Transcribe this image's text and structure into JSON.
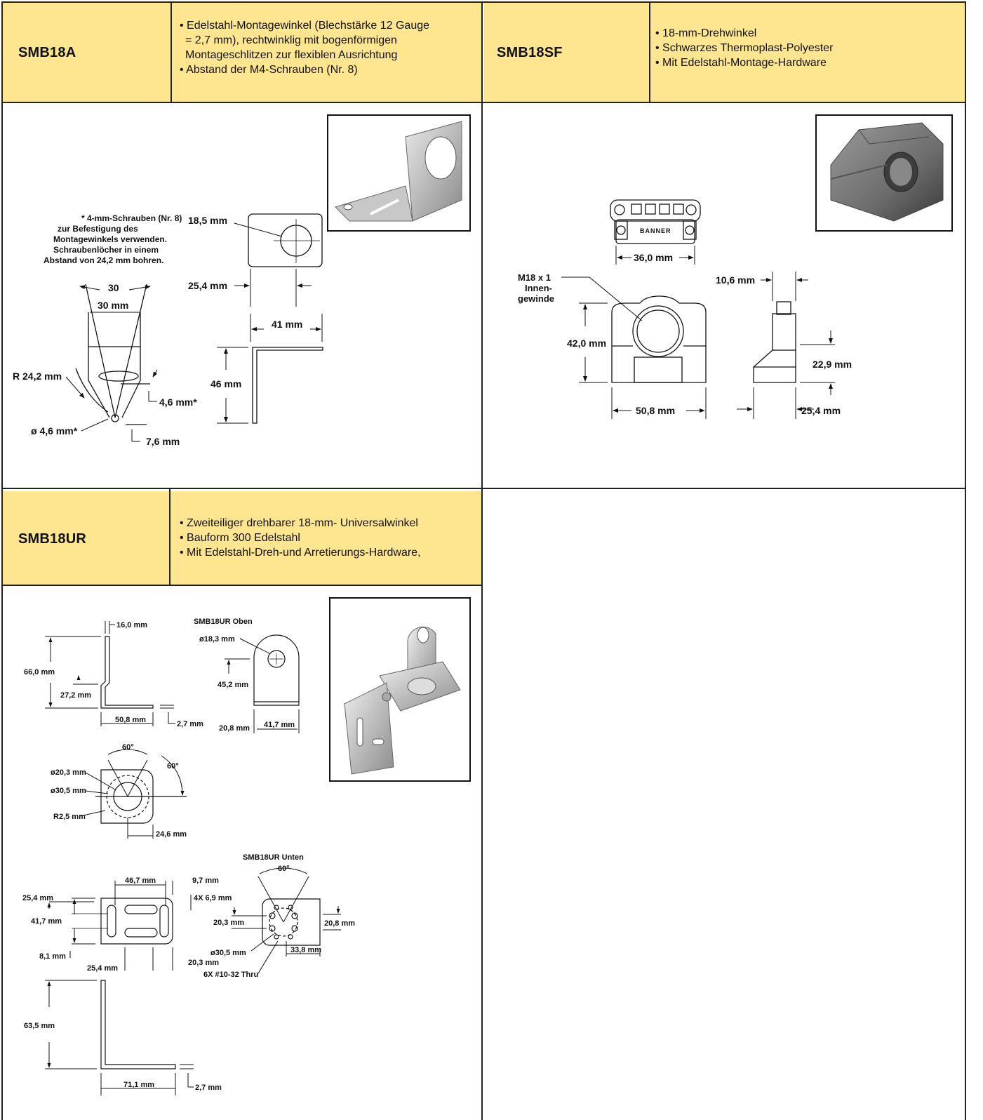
{
  "products": [
    {
      "model": "SMB18A",
      "bullets": [
        "• Edelstahl-Montagewinkel (Blechstärke 12 Gauge",
        "= 2,7 mm), rechtwinklig mit bogenförmigen",
        "Montageschlitzen zur flexiblen Ausrichtung",
        "• Abstand der M4-Schrauben (Nr. 8)"
      ],
      "note": [
        "* 4-mm-Schrauben (Nr. 8)",
        "zur Befestigung des",
        "Montagewinkels verwenden.",
        "Schraubenlöcher in einem",
        "Abstand von 24,2 mm bohren."
      ],
      "dims": {
        "angle": "30",
        "width_top": "30 mm",
        "radius": "R 24,2 mm",
        "slot": "4,6 mm*",
        "hole": "ø 4,6 mm*",
        "offset": "7,6 mm",
        "hole_dia": "18,5 mm",
        "hole_offset": "25,4 mm",
        "length": "41 mm",
        "height": "46 mm"
      }
    },
    {
      "model": "SMB18SF",
      "bullets": [
        "• 18-mm-Drehwinkel",
        "• Schwarzes Thermoplast-Polyester",
        "• Mit Edelstahl-Montage-Hardware"
      ],
      "dims": {
        "top_width": "36,0 mm",
        "thread_1": "M18 x 1",
        "thread_2": "Innen-",
        "thread_3": "gewinde",
        "height": "42,0 mm",
        "width": "50,8 mm",
        "side_top": "10,6 mm",
        "side_height": "22,9 mm",
        "side_base": "25,4 mm",
        "logo": "BANNER"
      }
    },
    {
      "model": "SMB18UR",
      "bullets": [
        "• Zweiteiliger drehbarer 18-mm- Universalwinkel",
        "• Bauform 300 Edelstahl",
        "• Mit Edelstahl-Dreh-und Arretierungs-Hardware,"
      ],
      "dims": {
        "a_16": "16,0 mm",
        "a_66": "66,0 mm",
        "a_272": "27,2 mm",
        "a_508": "50,8 mm",
        "a_27": "2,7 mm",
        "top_title": "SMB18UR Oben",
        "top_dia": "ø18,3 mm",
        "top_452": "45,2 mm",
        "top_208": "20,8 mm",
        "top_417": "41,7 mm",
        "ang_60a": "60°",
        "ang_60b": "60°",
        "d203": "ø20,3 mm",
        "d305": "ø30,5 mm",
        "r25": "R2,5 mm",
        "w246": "24,6 mm",
        "b_467": "46,7 mm",
        "b_97": "9,7 mm",
        "b_254a": "25,4 mm",
        "b_4x": "4X 6,9 mm",
        "b_417": "41,7 mm",
        "b_81": "8,1 mm",
        "b_254b": "25,4 mm",
        "b_203": "20,3 mm",
        "bot_title": "SMB18UR Unten",
        "bot_60": "60°",
        "bot_203": "20,3 mm",
        "bot_208": "20,8 mm",
        "bot_305": "ø30,5 mm",
        "bot_338": "33,8 mm",
        "bot_6x": "6X #10-32 Thru",
        "c_635": "63,5 mm",
        "c_711": "71,1 mm",
        "c_27": "2,7 mm"
      }
    }
  ]
}
